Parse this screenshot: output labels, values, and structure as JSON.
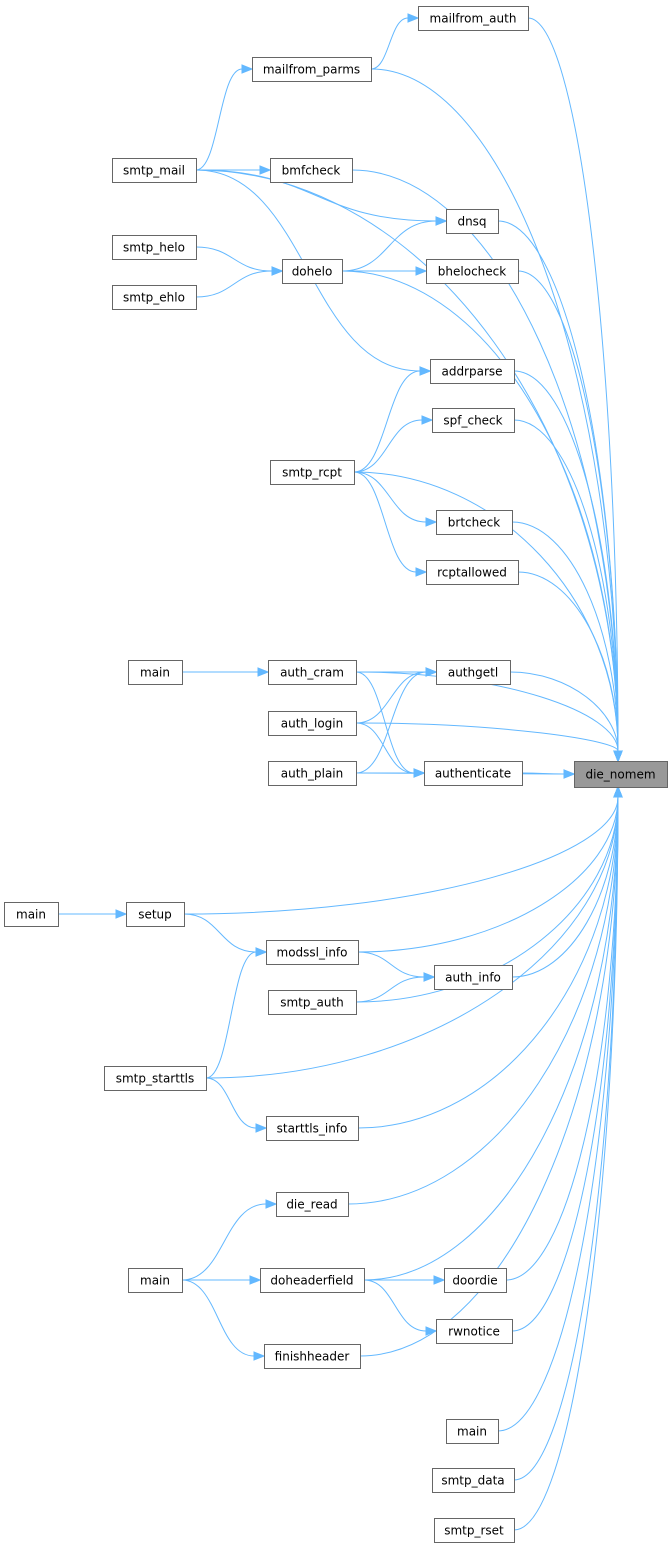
{
  "graph": {
    "edge_color": "#63b8ff",
    "focus_fill": "#999999",
    "node_border": "#666666",
    "nodes": [
      {
        "id": "die_nomem",
        "label": "die_nomem",
        "focus": true
      },
      {
        "id": "mailfrom_auth",
        "label": "mailfrom_auth"
      },
      {
        "id": "mailfrom_parms",
        "label": "mailfrom_parms"
      },
      {
        "id": "smtp_mail",
        "label": "smtp_mail"
      },
      {
        "id": "bmfcheck",
        "label": "bmfcheck"
      },
      {
        "id": "dnsq",
        "label": "dnsq"
      },
      {
        "id": "smtp_helo",
        "label": "smtp_helo"
      },
      {
        "id": "dohelo",
        "label": "dohelo"
      },
      {
        "id": "bhelocheck",
        "label": "bhelocheck"
      },
      {
        "id": "smtp_ehlo",
        "label": "smtp_ehlo"
      },
      {
        "id": "addrparse",
        "label": "addrparse"
      },
      {
        "id": "spf_check",
        "label": "spf_check"
      },
      {
        "id": "smtp_rcpt",
        "label": "smtp_rcpt"
      },
      {
        "id": "brtcheck",
        "label": "brtcheck"
      },
      {
        "id": "rcptallowed",
        "label": "rcptallowed"
      },
      {
        "id": "main1",
        "label": "main"
      },
      {
        "id": "auth_cram",
        "label": "auth_cram"
      },
      {
        "id": "authgetl",
        "label": "authgetl"
      },
      {
        "id": "auth_login",
        "label": "auth_login"
      },
      {
        "id": "auth_plain",
        "label": "auth_plain"
      },
      {
        "id": "authenticate",
        "label": "authenticate"
      },
      {
        "id": "main2",
        "label": "main"
      },
      {
        "id": "setup",
        "label": "setup"
      },
      {
        "id": "modssl_info",
        "label": "modssl_info"
      },
      {
        "id": "smtp_auth",
        "label": "smtp_auth"
      },
      {
        "id": "auth_info",
        "label": "auth_info"
      },
      {
        "id": "smtp_starttls",
        "label": "smtp_starttls"
      },
      {
        "id": "starttls_info",
        "label": "starttls_info"
      },
      {
        "id": "die_read",
        "label": "die_read"
      },
      {
        "id": "main3",
        "label": "main"
      },
      {
        "id": "doheaderfield",
        "label": "doheaderfield"
      },
      {
        "id": "doordie",
        "label": "doordie"
      },
      {
        "id": "rwnotice",
        "label": "rwnotice"
      },
      {
        "id": "finishheader",
        "label": "finishheader"
      },
      {
        "id": "main4",
        "label": "main"
      },
      {
        "id": "smtp_data",
        "label": "smtp_data"
      },
      {
        "id": "smtp_rset",
        "label": "smtp_rset"
      }
    ],
    "edges": [
      [
        "mailfrom_auth",
        "die_nomem"
      ],
      [
        "mailfrom_parms",
        "mailfrom_auth"
      ],
      [
        "mailfrom_parms",
        "die_nomem"
      ],
      [
        "smtp_mail",
        "mailfrom_parms"
      ],
      [
        "smtp_mail",
        "die_nomem"
      ],
      [
        "smtp_mail",
        "bmfcheck"
      ],
      [
        "smtp_mail",
        "dnsq"
      ],
      [
        "smtp_mail",
        "addrparse"
      ],
      [
        "bmfcheck",
        "die_nomem"
      ],
      [
        "dnsq",
        "die_nomem"
      ],
      [
        "smtp_helo",
        "dohelo"
      ],
      [
        "smtp_ehlo",
        "dohelo"
      ],
      [
        "dohelo",
        "dnsq"
      ],
      [
        "dohelo",
        "bhelocheck"
      ],
      [
        "dohelo",
        "die_nomem"
      ],
      [
        "bhelocheck",
        "die_nomem"
      ],
      [
        "addrparse",
        "die_nomem"
      ],
      [
        "smtp_rcpt",
        "addrparse"
      ],
      [
        "smtp_rcpt",
        "spf_check"
      ],
      [
        "smtp_rcpt",
        "die_nomem"
      ],
      [
        "smtp_rcpt",
        "brtcheck"
      ],
      [
        "smtp_rcpt",
        "rcptallowed"
      ],
      [
        "spf_check",
        "die_nomem"
      ],
      [
        "brtcheck",
        "die_nomem"
      ],
      [
        "rcptallowed",
        "die_nomem"
      ],
      [
        "main1",
        "auth_cram"
      ],
      [
        "auth_cram",
        "die_nomem"
      ],
      [
        "auth_cram",
        "authgetl"
      ],
      [
        "auth_cram",
        "authenticate"
      ],
      [
        "authgetl",
        "die_nomem"
      ],
      [
        "auth_login",
        "authgetl"
      ],
      [
        "auth_login",
        "die_nomem"
      ],
      [
        "auth_login",
        "authenticate"
      ],
      [
        "auth_plain",
        "authgetl"
      ],
      [
        "auth_plain",
        "authenticate"
      ],
      [
        "auth_plain",
        "die_nomem"
      ],
      [
        "authenticate",
        "die_nomem"
      ],
      [
        "main2",
        "setup"
      ],
      [
        "setup",
        "die_nomem"
      ],
      [
        "setup",
        "modssl_info"
      ],
      [
        "modssl_info",
        "die_nomem"
      ],
      [
        "modssl_info",
        "auth_info"
      ],
      [
        "smtp_auth",
        "auth_info"
      ],
      [
        "smtp_auth",
        "die_nomem"
      ],
      [
        "auth_info",
        "die_nomem"
      ],
      [
        "smtp_starttls",
        "modssl_info"
      ],
      [
        "smtp_starttls",
        "die_nomem"
      ],
      [
        "smtp_starttls",
        "starttls_info"
      ],
      [
        "starttls_info",
        "die_nomem"
      ],
      [
        "die_read",
        "die_nomem"
      ],
      [
        "main3",
        "die_read"
      ],
      [
        "main3",
        "doheaderfield"
      ],
      [
        "main3",
        "finishheader"
      ],
      [
        "doheaderfield",
        "die_nomem"
      ],
      [
        "doheaderfield",
        "doordie"
      ],
      [
        "doheaderfield",
        "rwnotice"
      ],
      [
        "doordie",
        "die_nomem"
      ],
      [
        "rwnotice",
        "die_nomem"
      ],
      [
        "finishheader",
        "die_nomem"
      ],
      [
        "main4",
        "die_nomem"
      ],
      [
        "smtp_data",
        "die_nomem"
      ],
      [
        "smtp_rset",
        "die_nomem"
      ]
    ]
  }
}
